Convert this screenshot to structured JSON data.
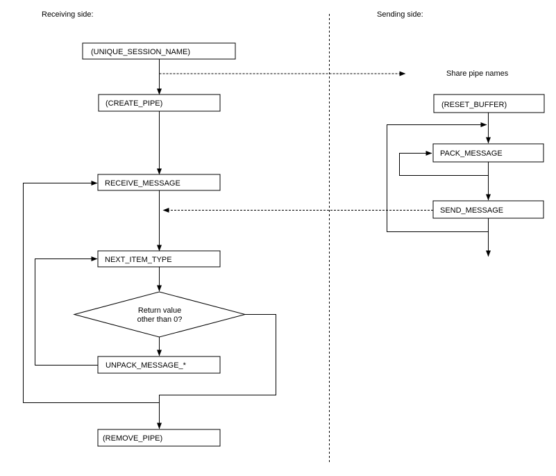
{
  "labels": {
    "receiving": "Receiving side:",
    "sending": "Sending side:",
    "share_pipe": "Share pipe names"
  },
  "nodes": {
    "unique_session_name": "(UNIQUE_SESSION_NAME)",
    "create_pipe": "(CREATE_PIPE)",
    "receive_message": "RECEIVE_MESSAGE",
    "next_item_type": "NEXT_ITEM_TYPE",
    "decision": {
      "line1": "Return value",
      "line2": "other than 0?"
    },
    "unpack_message": "UNPACK_MESSAGE_*",
    "remove_pipe": "(REMOVE_PIPE)",
    "reset_buffer": "(RESET_BUFFER)",
    "pack_message": "PACK_MESSAGE",
    "send_message": "SEND_MESSAGE"
  },
  "colors": {
    "line": "#000000",
    "background": "#ffffff",
    "box_fill": "#ffffff",
    "box_border": "#000000"
  }
}
